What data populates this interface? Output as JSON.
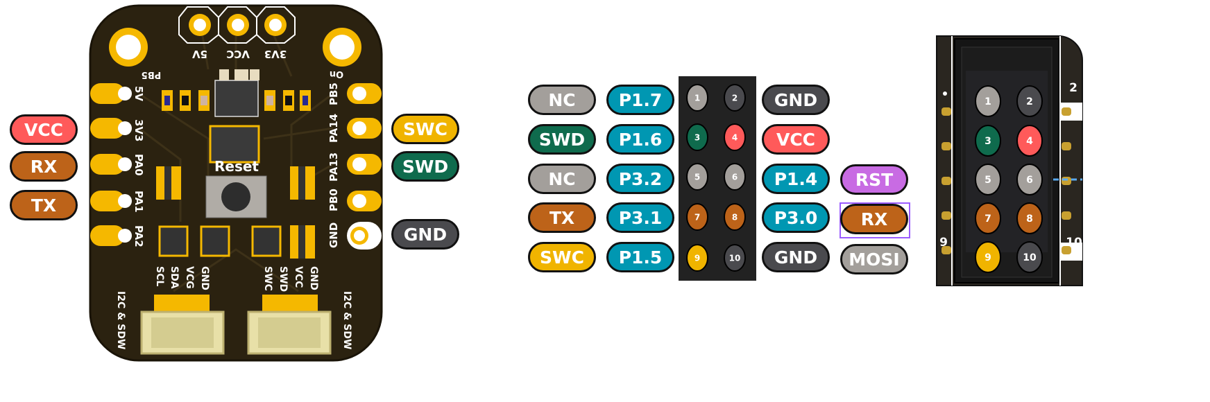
{
  "colors": {
    "pcb": "#2b2210",
    "gold": "#f5b800",
    "nc": "#a39f9b",
    "swd": "#0f6b4d",
    "uart": "#bd6319",
    "swc": "#f0b400",
    "port": "#0097b2",
    "gnd": "#4a4a4e",
    "vcc": "#ff5a5a",
    "rst": "#c86be3"
  },
  "board": {
    "top_header": [
      "5V",
      "VCC",
      "3V3"
    ],
    "pb5_label": "PB5",
    "on_label": "On",
    "left_pins": [
      "5V",
      "3V3",
      "PA0",
      "PA1",
      "PA2"
    ],
    "right_pins": [
      "PB5",
      "PA14",
      "PA13",
      "PB0",
      "GND"
    ],
    "reset_label": "Reset",
    "i2c_connector_pins": [
      "SCL",
      "SDA",
      "VCG",
      "GND"
    ],
    "swd_connector_pins": [
      "SWC",
      "SWD",
      "VCC",
      "GND"
    ],
    "connector_label": "I2C & SDW"
  },
  "board_callouts": {
    "left": [
      {
        "label": "VCC",
        "color": "vcc"
      },
      {
        "label": "RX",
        "color": "uart"
      },
      {
        "label": "TX",
        "color": "uart"
      }
    ],
    "right": [
      {
        "label": "SWC",
        "color": "swc"
      },
      {
        "label": "SWD",
        "color": "swd"
      },
      {
        "label": "GND",
        "color": "gnd"
      }
    ]
  },
  "header_pinout": {
    "left_function": [
      {
        "label": "NC",
        "color": "nc"
      },
      {
        "label": "SWD",
        "color": "swd"
      },
      {
        "label": "NC",
        "color": "nc"
      },
      {
        "label": "TX",
        "color": "uart"
      },
      {
        "label": "SWC",
        "color": "swc"
      }
    ],
    "left_port": [
      "P1.7",
      "P1.6",
      "P3.2",
      "P3.1",
      "P1.5"
    ],
    "pins": [
      {
        "num": "1",
        "color": "nc"
      },
      {
        "num": "2",
        "color": "gnd"
      },
      {
        "num": "3",
        "color": "swd"
      },
      {
        "num": "4",
        "color": "vcc"
      },
      {
        "num": "5",
        "color": "nc"
      },
      {
        "num": "6",
        "color": "nc"
      },
      {
        "num": "7",
        "color": "uart"
      },
      {
        "num": "8",
        "color": "uart"
      },
      {
        "num": "9",
        "color": "swc"
      },
      {
        "num": "10",
        "color": "gnd"
      }
    ],
    "right_function": [
      {
        "label": "GND",
        "color": "gnd"
      },
      {
        "label": "VCC",
        "color": "vcc"
      },
      {
        "label": "P1.4",
        "color": "port"
      },
      {
        "label": "P3.0",
        "color": "port"
      },
      {
        "label": "GND",
        "color": "gnd"
      }
    ],
    "extra": [
      {
        "label": "RST",
        "color": "rst"
      },
      {
        "label": "RX",
        "color": "uart"
      },
      {
        "label": "MOSI",
        "color": "nc"
      }
    ]
  },
  "connector": {
    "corner_labels": [
      "2",
      "9",
      "10"
    ]
  }
}
